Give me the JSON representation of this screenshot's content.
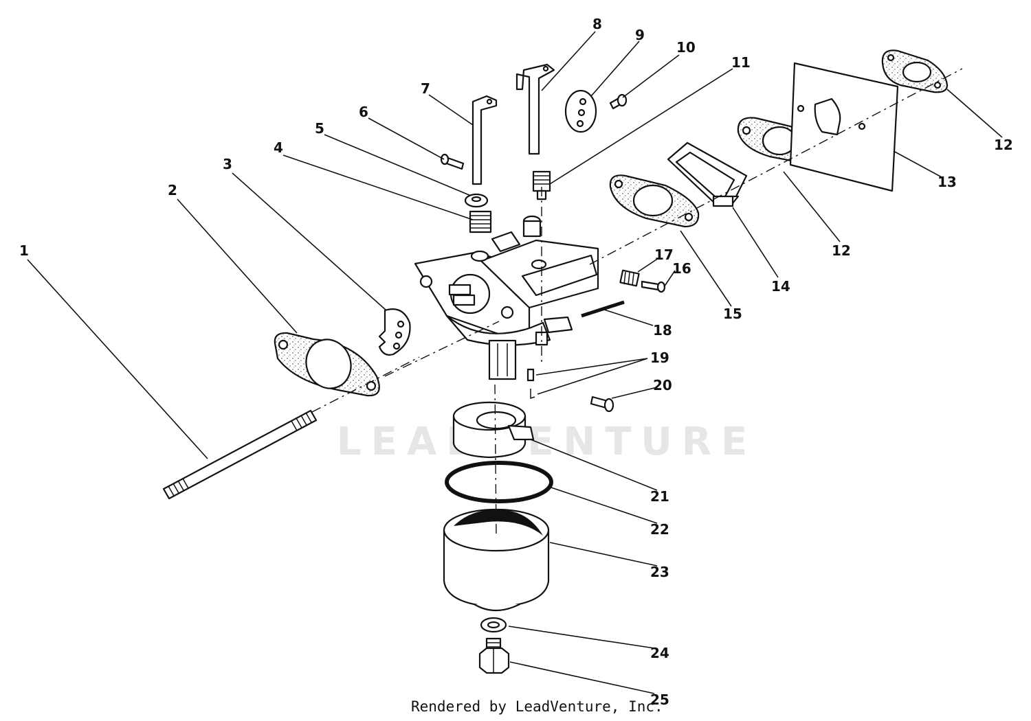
{
  "diagram": {
    "watermark": "LEADVENTURE",
    "credit": "Rendered by LeadVenture, Inc.",
    "callouts": [
      "1",
      "2",
      "3",
      "4",
      "5",
      "6",
      "7",
      "8",
      "9",
      "10",
      "11",
      "12",
      "12",
      "13",
      "14",
      "15",
      "16",
      "17",
      "18",
      "19",
      "20",
      "21",
      "22",
      "23",
      "24",
      "25"
    ]
  }
}
